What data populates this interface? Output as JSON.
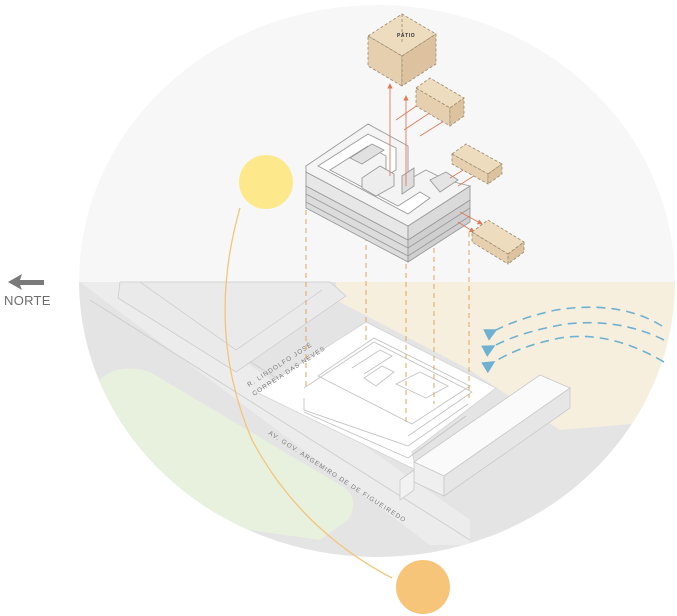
{
  "north": {
    "label": "NORTE",
    "icon": "arrow-left-icon"
  },
  "streets": {
    "street_1_line_1": "R. LINDOLFO JOSÉ",
    "street_1_line_2": "CORREIA DAS NEVES",
    "avenue": "AV. GOV. ARGEMIRO DE DE FIGUEIREDO"
  },
  "modules": {
    "patio_label": "PÁTIO"
  },
  "colors": {
    "sky_disc": "#f7f7f7",
    "ground": "#e4e4e4",
    "park": "#e8f0de",
    "wind_zone": "#f6efde",
    "sun_morning": "#fde98c",
    "sun_evening": "#f7c57a",
    "module_fill": "#e6cfae",
    "arrow_red": "#e07a57",
    "projection_orange": "#e2a45a",
    "wind_arrow": "#6fb1d0"
  }
}
